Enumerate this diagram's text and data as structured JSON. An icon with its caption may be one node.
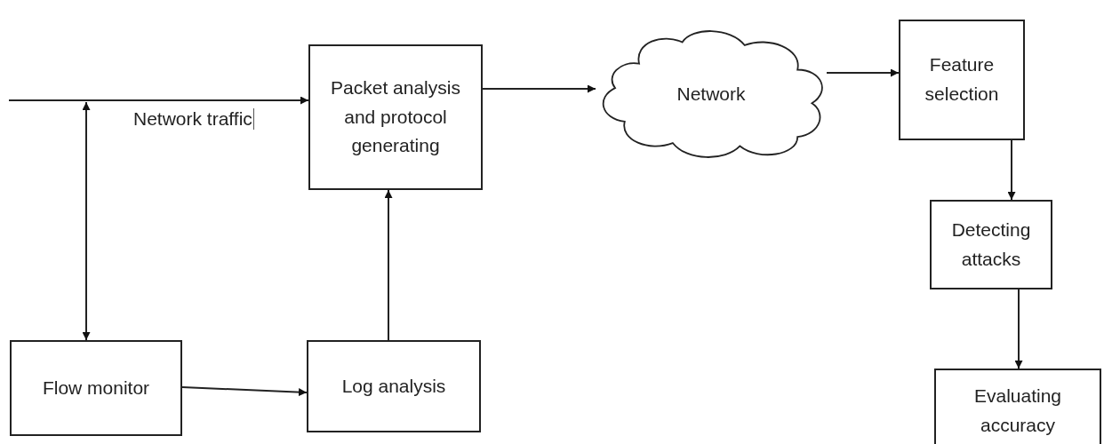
{
  "diagram": {
    "nodes": [
      {
        "text": [
          "Packet analysis and protocol generating"
        ]
      },
      {
        "text": [
          "Network"
        ]
      },
      {
        "text": [
          "Feature selection"
        ]
      },
      {
        "text": [
          "Detecting attacks"
        ]
      },
      {
        "text": [
          "Evaluating accuracy"
        ]
      },
      {
        "text": [
          "Flow monitor"
        ]
      },
      {
        "text": [
          "Log analysis"
        ]
      }
    ],
    "edges": [
      {
        "from": null,
        "to": 0,
        "arrow": "to",
        "label": "Network traffic"
      },
      {
        "from": 5,
        "to": null,
        "arrow": "both"
      },
      {
        "from": 5,
        "to": 6,
        "arrow": "to"
      },
      {
        "from": 6,
        "to": 0,
        "arrow": "to"
      },
      {
        "from": 0,
        "to": 1,
        "arrow": "to"
      },
      {
        "from": 1,
        "to": 2,
        "arrow": "to"
      },
      {
        "from": 2,
        "to": 3,
        "arrow": "to"
      },
      {
        "from": 3,
        "to": 4,
        "arrow": "to"
      }
    ]
  }
}
